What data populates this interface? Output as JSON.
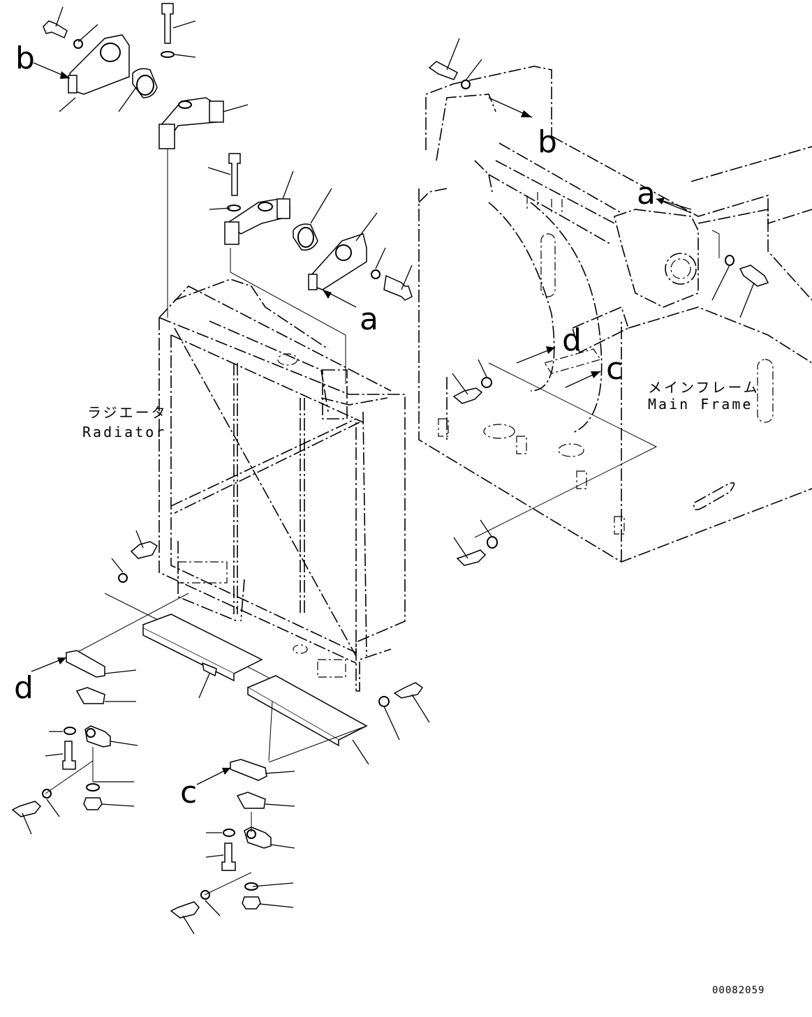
{
  "labels": {
    "radiator_jp": "ラジエータ",
    "radiator_en": "Radiator",
    "main_frame_jp": "メインフレーム",
    "main_frame_en": "Main Frame",
    "drawing_number": "00082059"
  },
  "reference_marks": {
    "a": "a",
    "b": "b",
    "c": "c",
    "d": "d"
  }
}
